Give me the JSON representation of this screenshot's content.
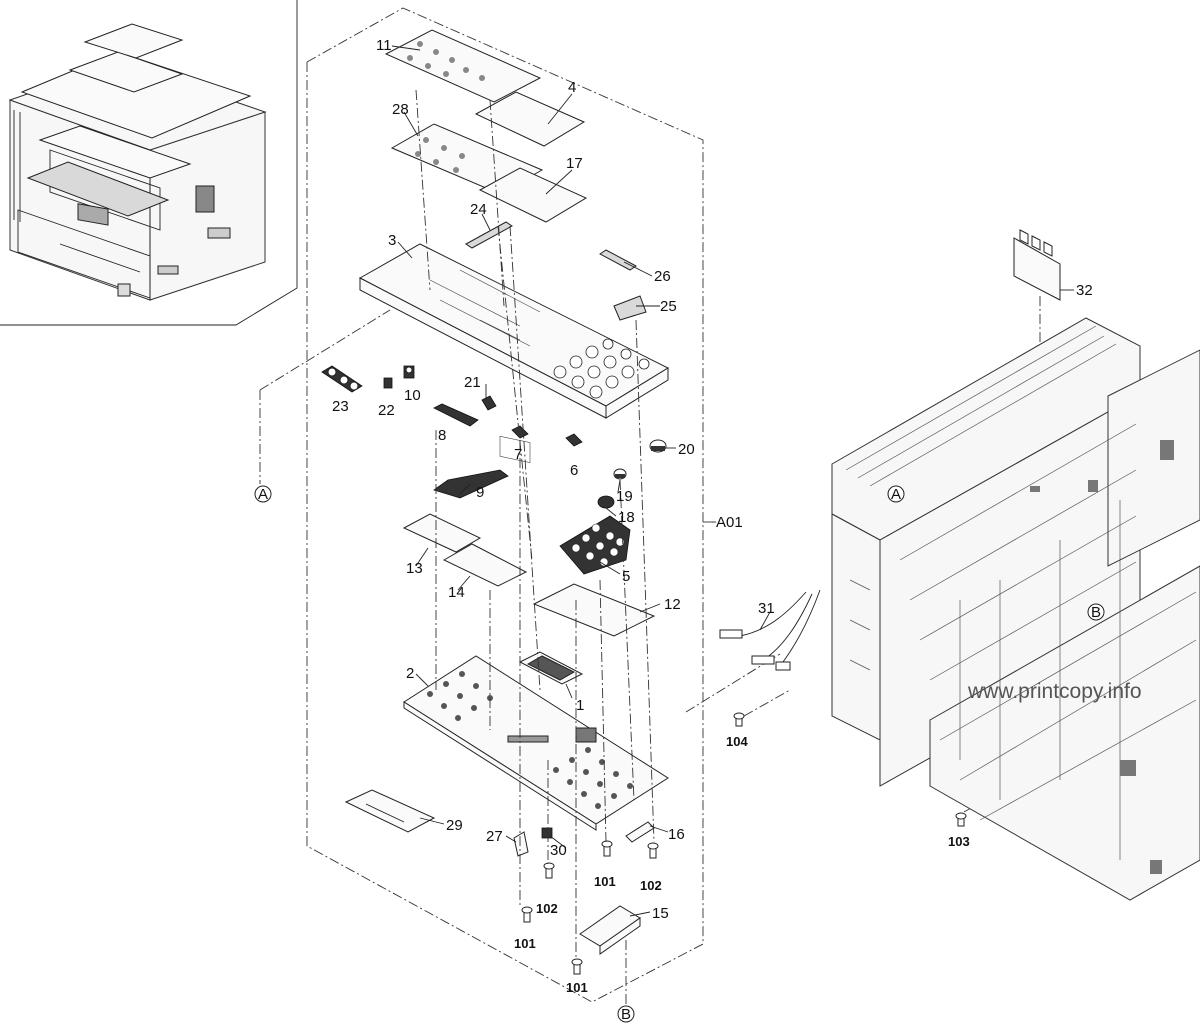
{
  "diagram": {
    "assembly_label": "A01",
    "watermark": "www.printcopy.info",
    "ref_markers": {
      "a": "A",
      "b": "B"
    },
    "callouts": {
      "p1": "1",
      "p2": "2",
      "p3": "3",
      "p4": "4",
      "p5": "5",
      "p6": "6",
      "p7": "7",
      "p8": "8",
      "p9": "9",
      "p10": "10",
      "p11": "11",
      "p12": "12",
      "p13": "13",
      "p14": "14",
      "p15": "15",
      "p16": "16",
      "p17": "17",
      "p18": "18",
      "p19": "19",
      "p20": "20",
      "p21": "21",
      "p22": "22",
      "p23": "23",
      "p24": "24",
      "p25": "25",
      "p26": "26",
      "p27": "27",
      "p28": "28",
      "p29": "29",
      "p30": "30",
      "p31": "31",
      "p32": "32"
    },
    "screws": {
      "s101": "101",
      "s102": "102",
      "s103": "103",
      "s104": "104"
    }
  }
}
